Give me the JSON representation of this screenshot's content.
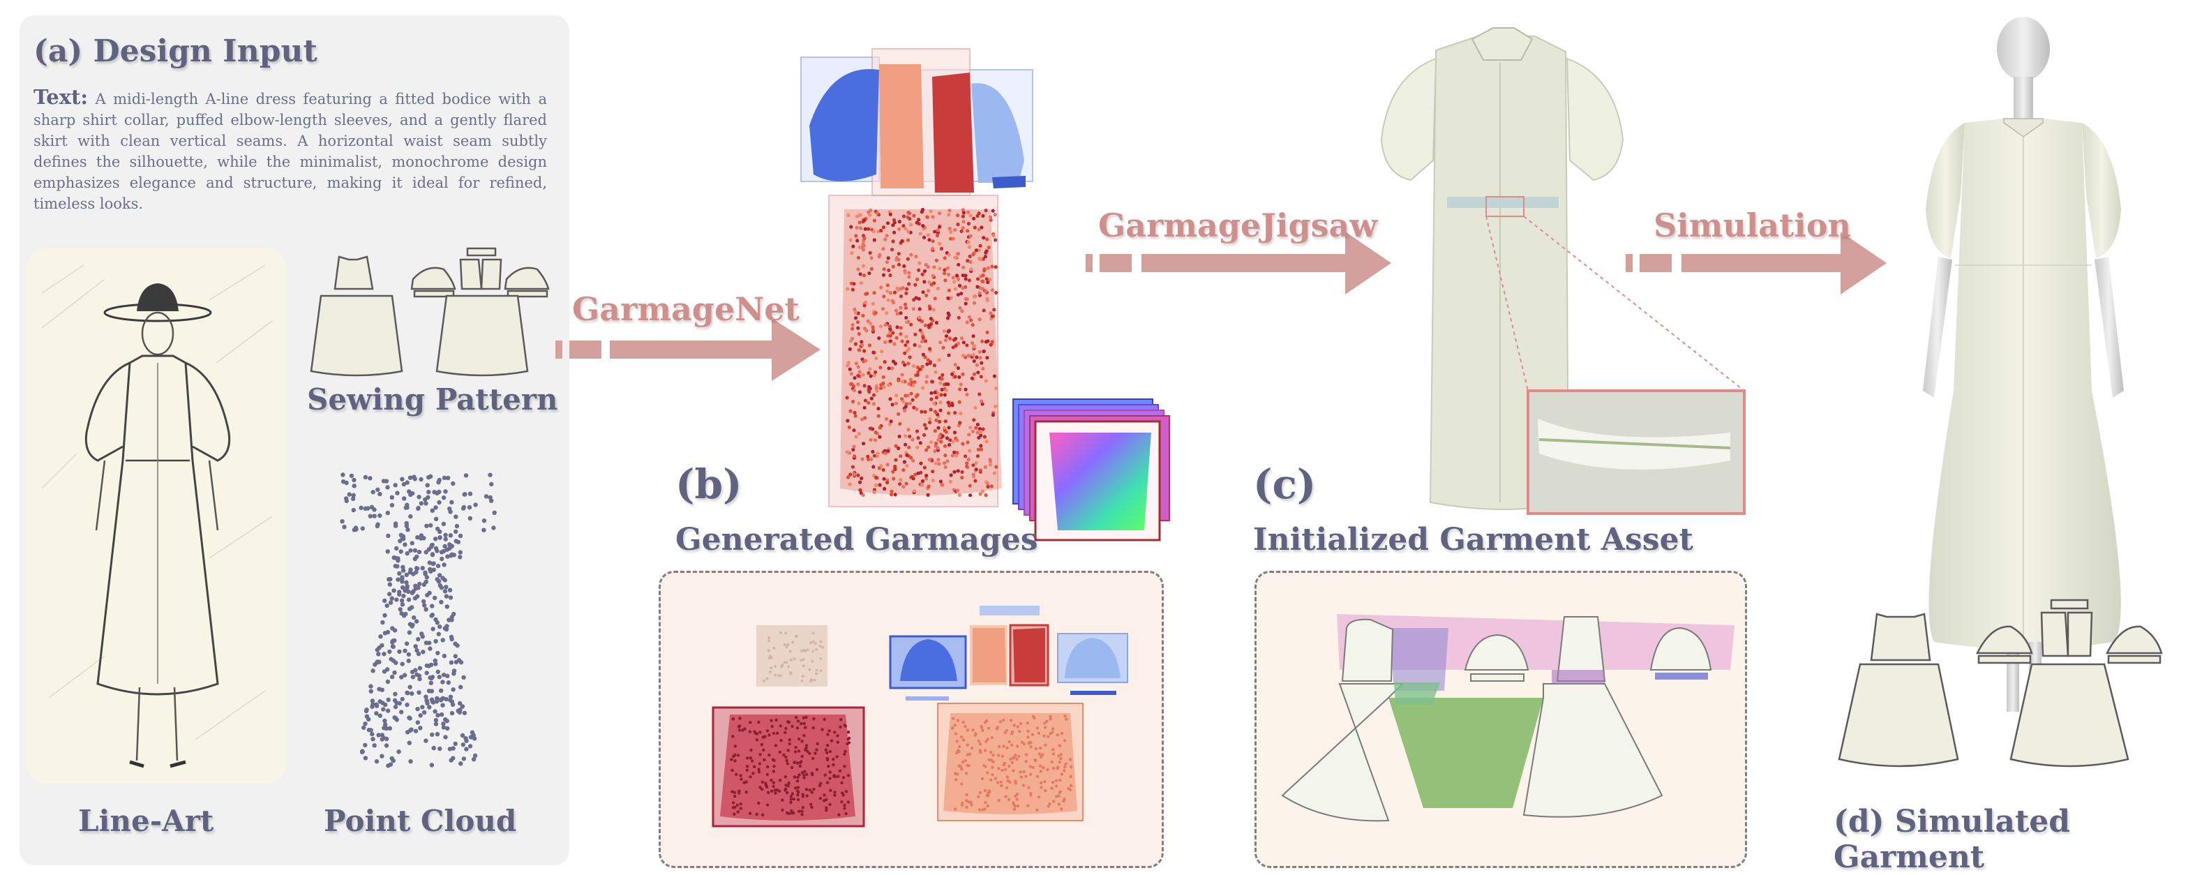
{
  "panel_a": {
    "heading": "(a) Design Input",
    "text_label": "Text:",
    "text_body": "A midi-length A-line dress featuring a fitted bodice with a sharp shirt collar, puffed elbow-length sleeves, and a gently flared skirt with clean vertical seams. A horizontal waist seam subtly defines the silhouette, while the minimalist, monochrome design emphasizes elegance and structure, making it ideal for refined, timeless looks.",
    "sewing_pattern_label": "Sewing Pattern",
    "line_art_label": "Line-Art",
    "point_cloud_label": "Point Cloud"
  },
  "arrows": {
    "net": "GarmageNet",
    "jigsaw": "GarmageJigsaw",
    "simulation": "Simulation"
  },
  "panel_b": {
    "letter": "(b)",
    "caption": "Generated Garmages"
  },
  "panel_c": {
    "letter": "(c)",
    "caption": "Initialized Garment Asset"
  },
  "panel_d": {
    "caption": "(d) Simulated Garment"
  },
  "colors": {
    "arrow": "#d4a09c",
    "blue_piece": "#4a6ee0",
    "salmon_piece": "#f0a080",
    "red_piece": "#c83c3c",
    "light_blue_piece": "#9bb8f0",
    "garment": "#eeeedf",
    "point_cloud": "#6b6d8e"
  }
}
